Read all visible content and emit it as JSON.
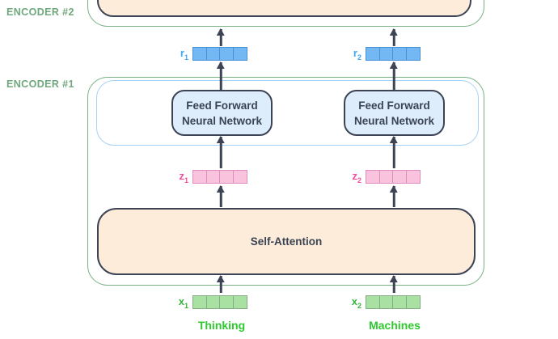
{
  "labels": {
    "encoder2": "ENCODER #2",
    "encoder1": "ENCODER #1"
  },
  "blocks": {
    "ffnn1": {
      "line1": "Feed Forward",
      "line2": "Neural Network"
    },
    "ffnn2": {
      "line1": "Feed Forward",
      "line2": "Neural Network"
    },
    "self_attention": "Self-Attention"
  },
  "vectors": {
    "r1": {
      "base": "r",
      "sub": "1",
      "cells": 4
    },
    "r2": {
      "base": "r",
      "sub": "2",
      "cells": 4
    },
    "z1": {
      "base": "z",
      "sub": "1",
      "cells": 4
    },
    "z2": {
      "base": "z",
      "sub": "2",
      "cells": 4
    },
    "x1": {
      "base": "x",
      "sub": "1",
      "cells": 4
    },
    "x2": {
      "base": "x",
      "sub": "2",
      "cells": 4
    }
  },
  "words": {
    "word1": "Thinking",
    "word2": "Machines"
  },
  "colors": {
    "dark": "#3b4355",
    "sage_border": "#77b184",
    "sage_label": "#6fa87c",
    "peach_fill": "#fdecd9",
    "ffnn_fill": "#deedfb",
    "lightblue_border": "#a5d2f7",
    "blue_fill": "#73b8f3",
    "blue_border": "#4a90d8",
    "blue_label": "#3da8f4",
    "pink_fill": "#f9c2dd",
    "pink_border": "#df8cbe",
    "pink_label": "#ee4f9f",
    "green_fill": "#a8e1a1",
    "green_border": "#86aa86",
    "green_label": "#35b43c",
    "word_green": "#2ec92e",
    "text_dark": "#3a4454"
  }
}
